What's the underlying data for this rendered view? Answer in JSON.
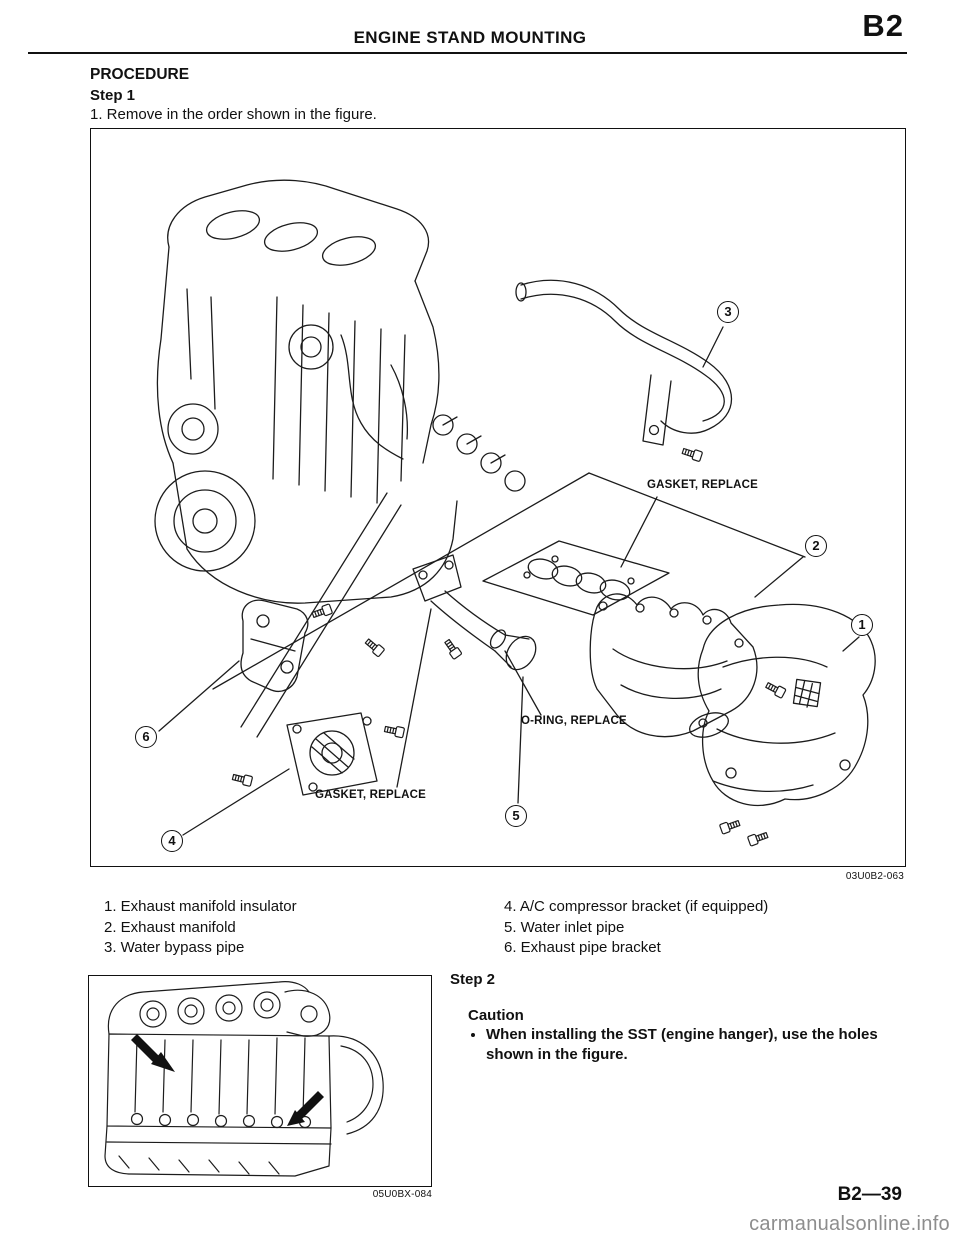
{
  "header": {
    "title": "ENGINE STAND MOUNTING",
    "section_code": "B2"
  },
  "procedure": {
    "heading": "PROCEDURE",
    "step1_label": "Step 1",
    "step1_instruction": "1. Remove in the order shown in the figure."
  },
  "figure1": {
    "code": "03U0B2-063",
    "labels": {
      "gasket_top": "GASKET, REPLACE",
      "oring": "O-RING, REPLACE",
      "gasket_bottom": "GASKET, REPLACE"
    },
    "callouts": {
      "c1": "1",
      "c2": "2",
      "c3": "3",
      "c4": "4",
      "c5": "5",
      "c6": "6"
    }
  },
  "parts_list": {
    "left": [
      "1. Exhaust manifold insulator",
      "2. Exhaust manifold",
      "3. Water bypass pipe"
    ],
    "right": [
      "4. A/C compressor bracket (if equipped)",
      "5. Water inlet pipe",
      "6. Exhaust pipe bracket"
    ]
  },
  "step2": {
    "label": "Step 2",
    "caution_heading": "Caution",
    "caution_text": "When installing the SST (engine hanger), use the holes shown in the figure."
  },
  "figure2": {
    "code": "05U0BX-084"
  },
  "footer": {
    "page_number": "B2—39",
    "watermark": "carmanualsonline.info"
  }
}
